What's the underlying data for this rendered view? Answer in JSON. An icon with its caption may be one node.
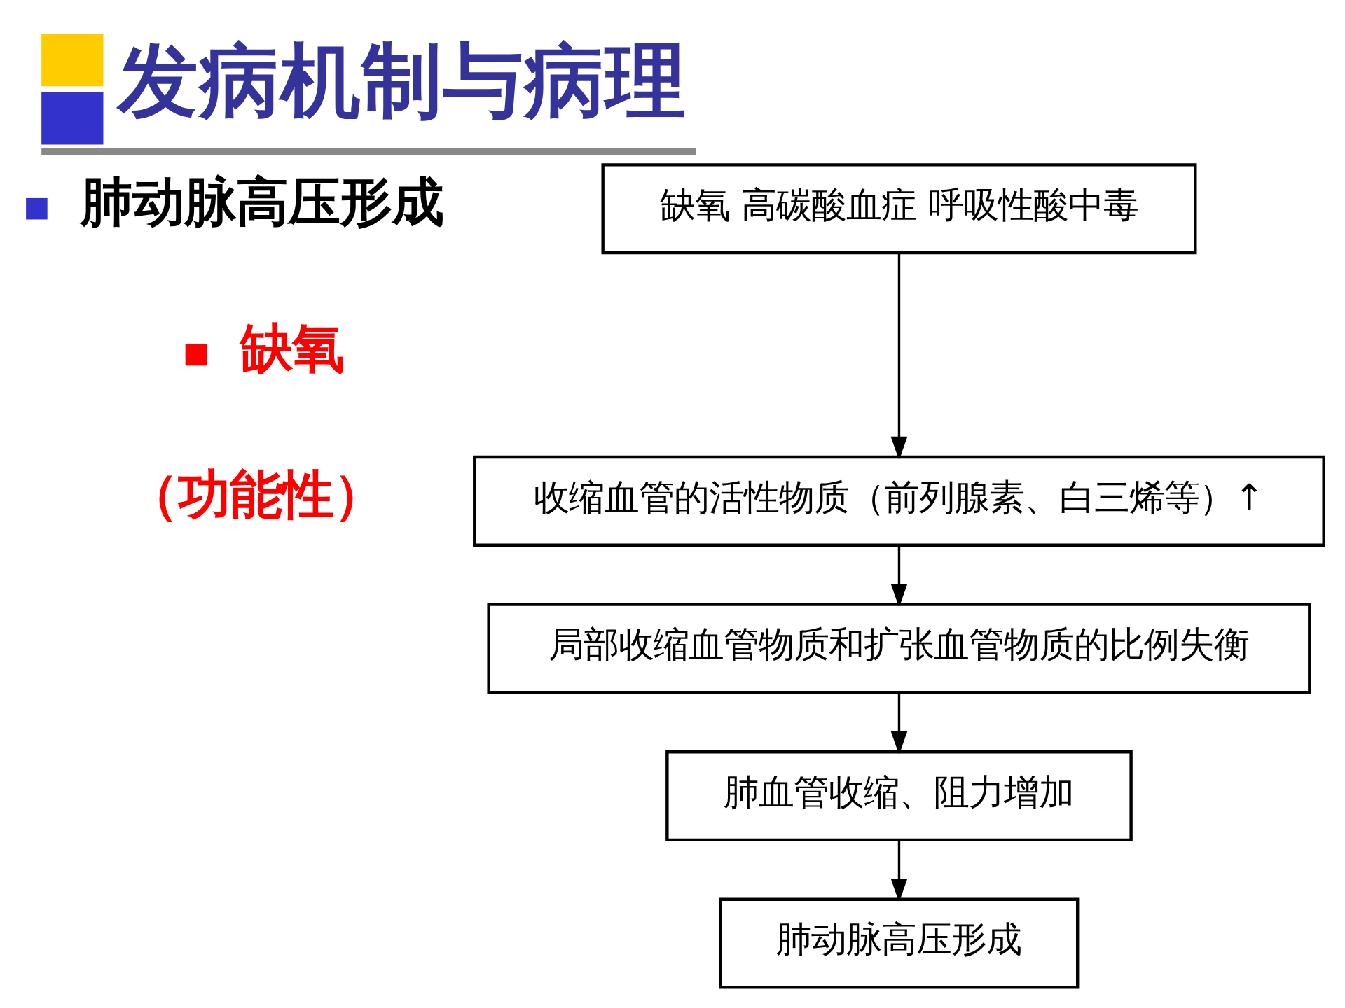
{
  "diagram": {
    "title": "发病机制与病理",
    "nodes": [
      {
        "text": [
          "缺氧 高碳酸血症 呼吸性酸中毒"
        ]
      },
      {
        "text": [
          "收缩血管的活性物质（前列腺素、白三烯等）↑"
        ]
      },
      {
        "text": [
          "局部收缩血管物质和扩张血管物质的比例失衡"
        ]
      },
      {
        "text": [
          "肺血管收缩、阻力增加"
        ]
      },
      {
        "text": [
          "肺动脉高压形成"
        ]
      }
    ],
    "edges": [
      {
        "from": 0,
        "to": 1,
        "arrow": "to"
      },
      {
        "from": 1,
        "to": 2,
        "arrow": "to"
      },
      {
        "from": 2,
        "to": 3,
        "arrow": "to"
      },
      {
        "from": 3,
        "to": 4,
        "arrow": "to"
      }
    ],
    "labels": [
      "肺动脉高压形成",
      "缺氧",
      "（功能性）"
    ]
  }
}
